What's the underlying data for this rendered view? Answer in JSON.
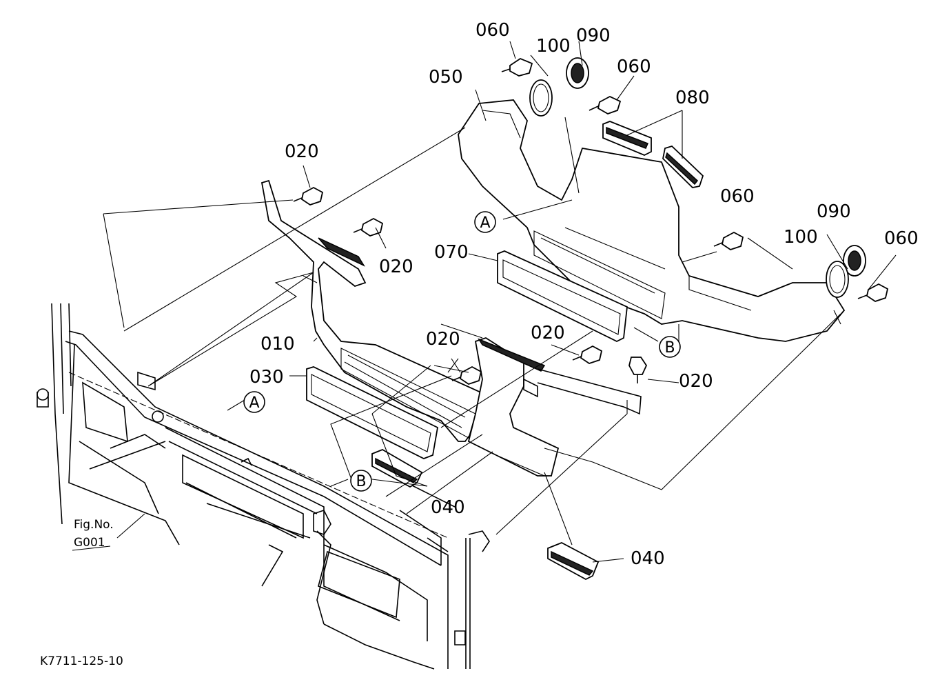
{
  "drawing": {
    "code": "K7711-125-10",
    "fig_ref_line1": "Fig.No.",
    "fig_ref_line2": "G001"
  },
  "callouts": {
    "c010": "010",
    "c020_top": "020",
    "c020_mid": "020",
    "c020_center": "020",
    "c020_right": "020",
    "c020_far_right": "020",
    "c030": "030",
    "c040_mid": "040",
    "c040_bottom": "040",
    "c050": "050",
    "c060_top": "060",
    "c060_second": "060",
    "c060_right": "060",
    "c060_far_right": "060",
    "c070": "070",
    "c080": "080",
    "c090_top": "090",
    "c090_right": "090",
    "c100_top": "100",
    "c100_right": "100"
  },
  "reference_marks": {
    "a_upper": "A",
    "a_lower": "A",
    "b_right": "B",
    "b_lower": "B"
  }
}
